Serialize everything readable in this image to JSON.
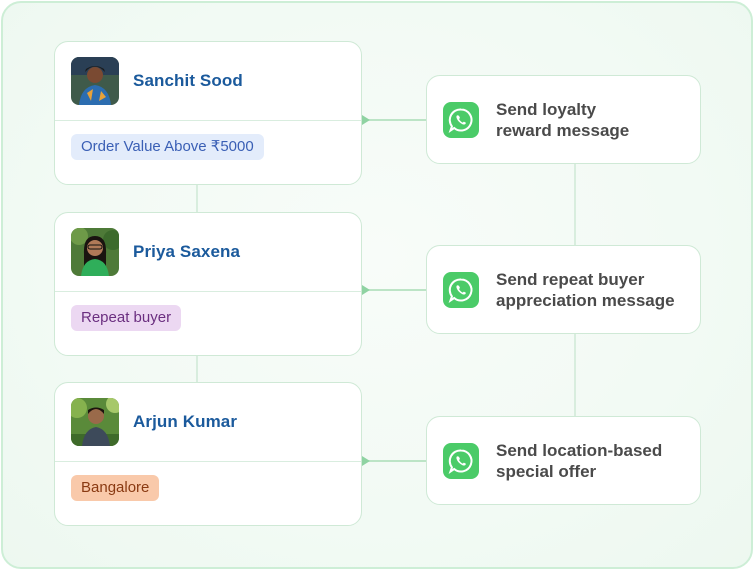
{
  "people": [
    {
      "name": "Sanchit Sood",
      "tag": "Order Value Above ₹5000",
      "tag_color": "#e3ecfb",
      "avatar": "avatar-photo"
    },
    {
      "name": "Priya Saxena",
      "tag": "Repeat buyer",
      "tag_color": "#ecd8f2",
      "avatar": "avatar-photo"
    },
    {
      "name": "Arjun Kumar",
      "tag": "Bangalore",
      "tag_color": "#f9c9aa",
      "avatar": "avatar-photo"
    }
  ],
  "actions": [
    {
      "line1": "Send loyalty",
      "line2": "reward message",
      "icon": "whatsapp-icon"
    },
    {
      "line1": "Send repeat buyer",
      "line2": "appreciation message",
      "icon": "whatsapp-icon"
    },
    {
      "line1": "Send location-based",
      "line2": "special offer",
      "icon": "whatsapp-icon"
    }
  ],
  "colors": {
    "accent_green": "#4bcb68",
    "name_blue": "#1b5a9c",
    "border_green": "#cfe9d6"
  }
}
